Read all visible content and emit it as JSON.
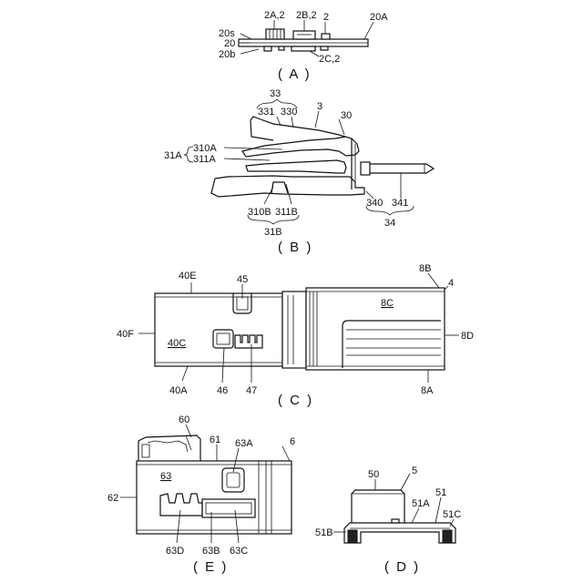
{
  "colors": {
    "ink": "#111111",
    "paper": "#ffffff"
  },
  "panel_a": {
    "caption": "( A )",
    "labels": {
      "l_2a2": "2A,2",
      "l_2b2": "2B,2",
      "l_2": "2",
      "l_20a": "20A",
      "l_20s": "20s",
      "l_20": "20",
      "l_20b": "20b",
      "l_2c2": "2C,2"
    }
  },
  "panel_b": {
    "caption": "( B )",
    "labels": {
      "l_33": "33",
      "l_331": "331",
      "l_330": "330",
      "l_3": "3",
      "l_30": "30",
      "l_310a": "310A",
      "l_311a": "311A",
      "l_31a": "31A",
      "l_340": "340",
      "l_341": "341",
      "l_34": "34",
      "l_310b": "310B",
      "l_311b": "311B",
      "l_31b": "31B"
    }
  },
  "panel_c": {
    "caption": "( C )",
    "labels": {
      "l_40e": "40E",
      "l_45": "45",
      "l_8b": "8B",
      "l_4": "4",
      "l_8c": "8C",
      "l_40f": "40F",
      "l_40c": "40C",
      "l_8d": "8D",
      "l_40a": "40A",
      "l_46": "46",
      "l_47": "47",
      "l_8a": "8A"
    }
  },
  "panel_e": {
    "caption": "( E )",
    "labels": {
      "l_60": "60",
      "l_61": "61",
      "l_63a": "63A",
      "l_6": "6",
      "l_63": "63",
      "l_62": "62",
      "l_63d": "63D",
      "l_63b": "63B",
      "l_63c": "63C"
    }
  },
  "panel_d": {
    "caption": "( D )",
    "labels": {
      "l_50": "50",
      "l_5": "5",
      "l_51a": "51A",
      "l_51": "51",
      "l_51c": "51C",
      "l_51b": "51B"
    }
  }
}
